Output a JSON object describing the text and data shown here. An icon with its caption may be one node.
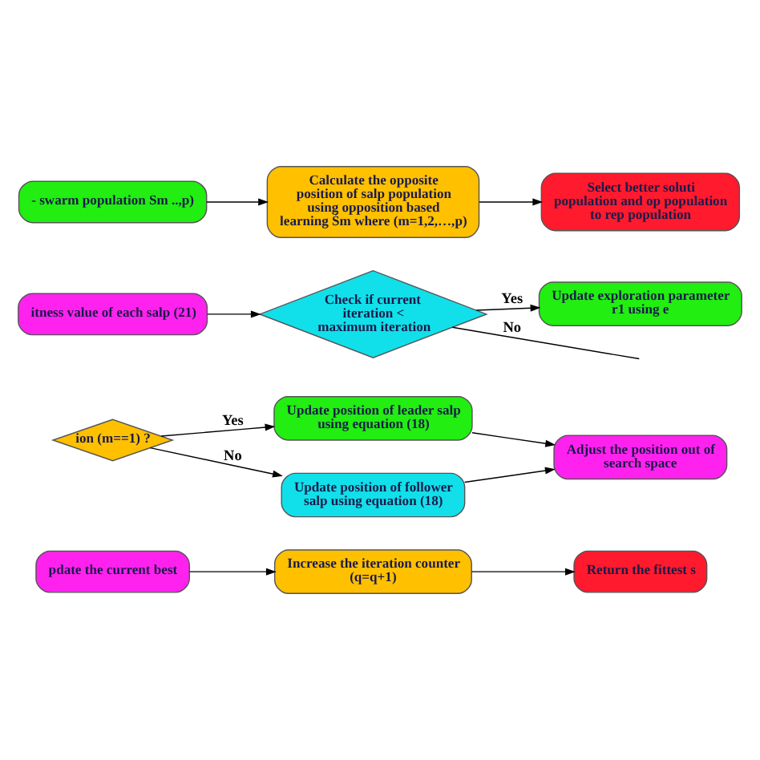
{
  "diagram": {
    "nodes": [
      {
        "text": [
          "- swarm population Sm ..,p)"
        ]
      },
      {
        "text": [
          "Calculate the opposite position of salp population using opposition based learning Śm where (m=1,2,…,p)"
        ]
      },
      {
        "text": [
          "Select better soluti population and op population to rep population"
        ]
      },
      {
        "text": [
          "itness value of each salp (21)"
        ]
      },
      {
        "text": [
          "Check if current iteration < maximum iteration"
        ]
      },
      {
        "text": [
          "Update exploration parameter r1 using e"
        ]
      },
      {
        "text": [
          "ion (m==1) ?"
        ]
      },
      {
        "text": [
          "Update position of leader salp using equation (18)"
        ]
      },
      {
        "text": [
          "Update position of follower salp using equation (18)"
        ]
      },
      {
        "text": [
          "Adjust the position out of search space"
        ]
      },
      {
        "text": [
          "pdate the current best"
        ]
      },
      {
        "text": [
          "Increase the iteration counter (q=q+1)"
        ]
      },
      {
        "text": [
          "Return the fittest s"
        ]
      }
    ],
    "edges": [
      {
        "from": 0,
        "to": 1,
        "arrow": "to"
      },
      {
        "from": 1,
        "to": 2,
        "arrow": "to"
      },
      {
        "from": 3,
        "to": 4,
        "arrow": "to"
      },
      {
        "from": 4,
        "to": 5,
        "arrow": "to",
        "label": "Yes"
      },
      {
        "from": 4,
        "to": null,
        "arrow": "none",
        "label": "No"
      },
      {
        "from": 6,
        "to": 7,
        "arrow": "to",
        "label": "Yes"
      },
      {
        "from": 6,
        "to": 8,
        "arrow": "to",
        "label": "No"
      },
      {
        "from": 7,
        "to": 9,
        "arrow": "to"
      },
      {
        "from": 8,
        "to": 9,
        "arrow": "to"
      },
      {
        "from": 10,
        "to": 11,
        "arrow": "to"
      },
      {
        "from": 11,
        "to": 12,
        "arrow": "to"
      }
    ]
  }
}
